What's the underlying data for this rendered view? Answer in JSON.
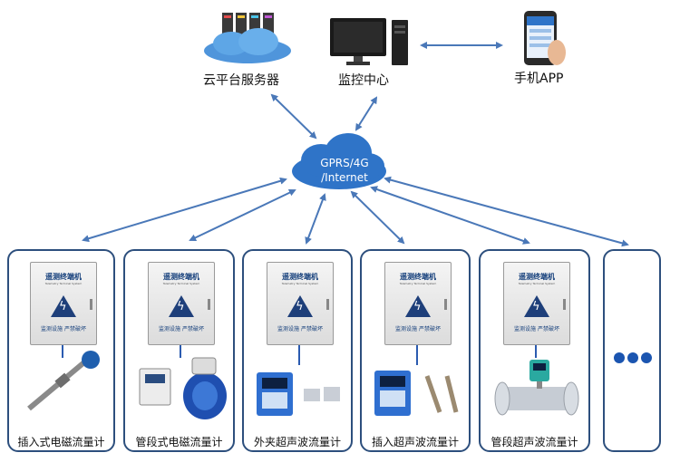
{
  "nodes": {
    "cloud_server": "云平台服务器",
    "monitor_center": "监控中心",
    "mobile_app": "手机APP",
    "network_line1": "GPRS/4G",
    "network_line2": "/Internet"
  },
  "terminal": {
    "title": "遥测终端机",
    "subtitle": "Telemetry Terminal System",
    "footer": "监测设施  严禁破坏"
  },
  "devices": [
    {
      "label": "插入式电磁流量计"
    },
    {
      "label": "管段式电磁流量计"
    },
    {
      "label": "外夹超声波流量计"
    },
    {
      "label": "插入超声波流量计"
    },
    {
      "label": "管段超声波流量计"
    }
  ],
  "colors": {
    "arrow": "#4a78b8",
    "card_border": "#2d4f7d",
    "cloud": "#2f74c8",
    "ellipsis_dot": "#1b55b0"
  },
  "icons": [
    "server-cloud-icon",
    "desktop-computer-icon",
    "smartphone-icon",
    "network-cloud-icon",
    "ellipsis-icon"
  ]
}
